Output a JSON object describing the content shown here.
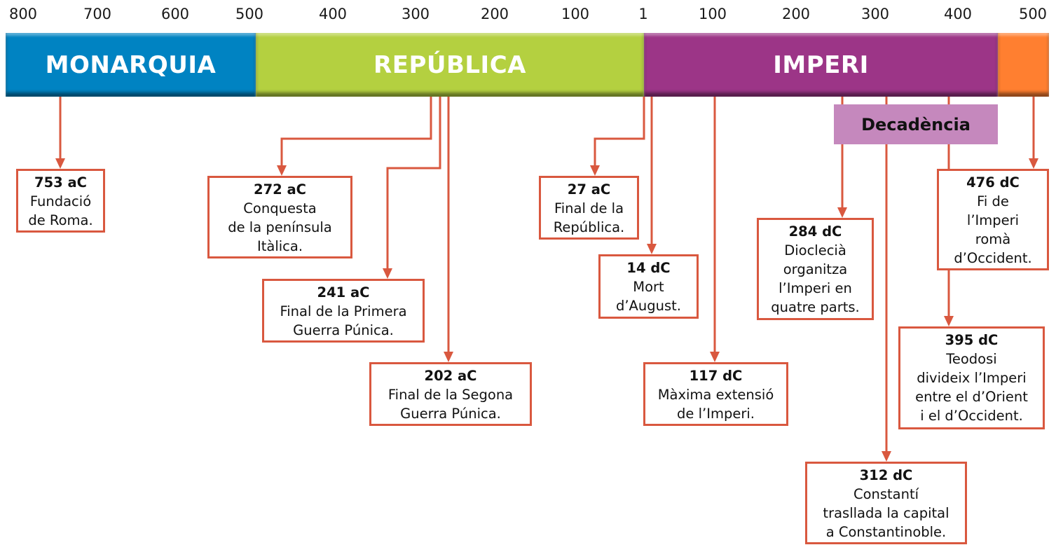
{
  "scale": [
    "800",
    "700",
    "600",
    "500",
    "400",
    "300",
    "200",
    "100",
    "1",
    "100",
    "200",
    "300",
    "400",
    "500"
  ],
  "eras": {
    "monarquia": "MONARQUIA",
    "republica": "REPÚBLICA",
    "imperi": "IMPERI",
    "late": ""
  },
  "colors": {
    "monarquia": "#0083c2",
    "republica": "#b4d040",
    "imperi": "#9c3587",
    "late": "#ff7f30",
    "decadencia": "#c588bd",
    "arrow": "#d9583f"
  },
  "decadencia": "Decadència",
  "events": [
    {
      "year": "753 aC",
      "text": "Fundació\nde Roma."
    },
    {
      "year": "272 aC",
      "text": "Conquesta\nde la península\nItàlica."
    },
    {
      "year": "241 aC",
      "text": "Final de la Primera\nGuerra Púnica."
    },
    {
      "year": "202 aC",
      "text": "Final de la Segona\nGuerra Púnica."
    },
    {
      "year": "27 aC",
      "text": "Final de la\nRepública."
    },
    {
      "year": "14 dC",
      "text": "Mort\nd’August."
    },
    {
      "year": "117 dC",
      "text": "Màxima extensió\nde l’Imperi."
    },
    {
      "year": "284 dC",
      "text": "Dioclecià\norganitza\nl’Imperi en\nquatre parts."
    },
    {
      "year": "476 dC",
      "text": "Fi de\nl’Imperi\nromà\nd’Occident."
    },
    {
      "year": "395 dC",
      "text": "Teodosi\ndivideix l’Imperi\nentre el d’Orient\ni el d’Occident."
    },
    {
      "year": "312 dC",
      "text": "Constantí\ntrasllada la capital\na Constantinoble."
    }
  ]
}
